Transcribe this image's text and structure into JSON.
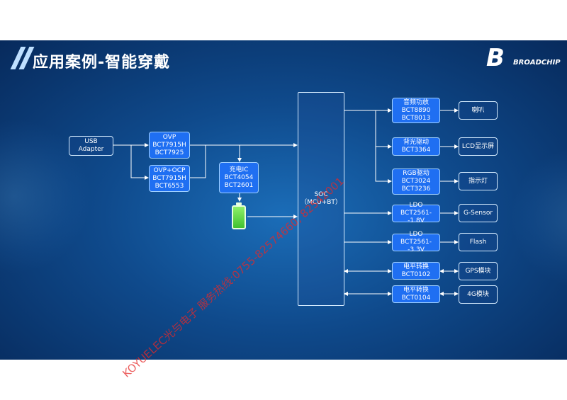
{
  "title": "应用案例-智能穿戴",
  "logo": {
    "text": "BROADCHIP",
    "mark": "B"
  },
  "watermark": "KOYUELEC光与电子 服务热线:0755-82574660, 82542001",
  "input": [
    "USB",
    "Adapter"
  ],
  "protection": [
    {
      "lines": [
        "OVP",
        "BCT7915H",
        "BCT7925"
      ]
    },
    {
      "lines": [
        "OVP+OCP",
        "BCT7915H",
        "BCT6553"
      ]
    }
  ],
  "charger": [
    "充电IC",
    "BCT4054",
    "BCT2601"
  ],
  "soc": [
    "SOC",
    "（MCU+BT）"
  ],
  "chips": [
    {
      "lines": [
        "音频功放",
        "BCT8890",
        "BCT8013"
      ]
    },
    {
      "lines": [
        "背光驱动",
        "BCT3364"
      ]
    },
    {
      "lines": [
        "RGB驱动",
        "BCT3024",
        "BCT3236"
      ]
    },
    {
      "lines": [
        "LDO",
        "BCT2561--1.8V"
      ]
    },
    {
      "lines": [
        "LDO",
        "BCT2561--3.3V"
      ]
    },
    {
      "lines": [
        "电平转换",
        "BCT0102"
      ]
    },
    {
      "lines": [
        "电平转换",
        "BCT0104"
      ]
    }
  ],
  "peripherals": [
    "喇叭",
    "LCD显示屏",
    "指示灯",
    "G-Sensor",
    "Flash",
    "GPS模块",
    "4G模块"
  ],
  "colors": {
    "chip": "#1f6ff2",
    "line": "#ffffff",
    "watermark": "#e62828"
  }
}
